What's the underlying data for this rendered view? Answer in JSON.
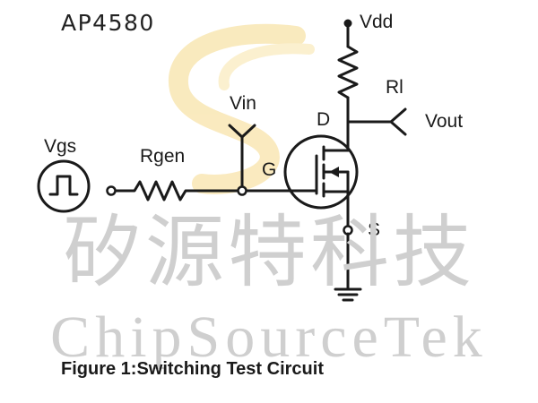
{
  "title": "AP4580",
  "labels": {
    "vdd": "Vdd",
    "rl": "Rl",
    "vout": "Vout",
    "vin": "Vin",
    "d": "D",
    "g": "G",
    "s": "S",
    "vgs": "Vgs",
    "rgen": "Rgen"
  },
  "watermark": {
    "chinese": "矽源特科技",
    "english": "ChipSourceTek"
  },
  "caption": "Figure 1:Switching Test Circuit",
  "colors": {
    "ink": "#1a1a1a",
    "watermark_text": "#cfcfcf",
    "logo_swoosh": "#f5d98a"
  }
}
